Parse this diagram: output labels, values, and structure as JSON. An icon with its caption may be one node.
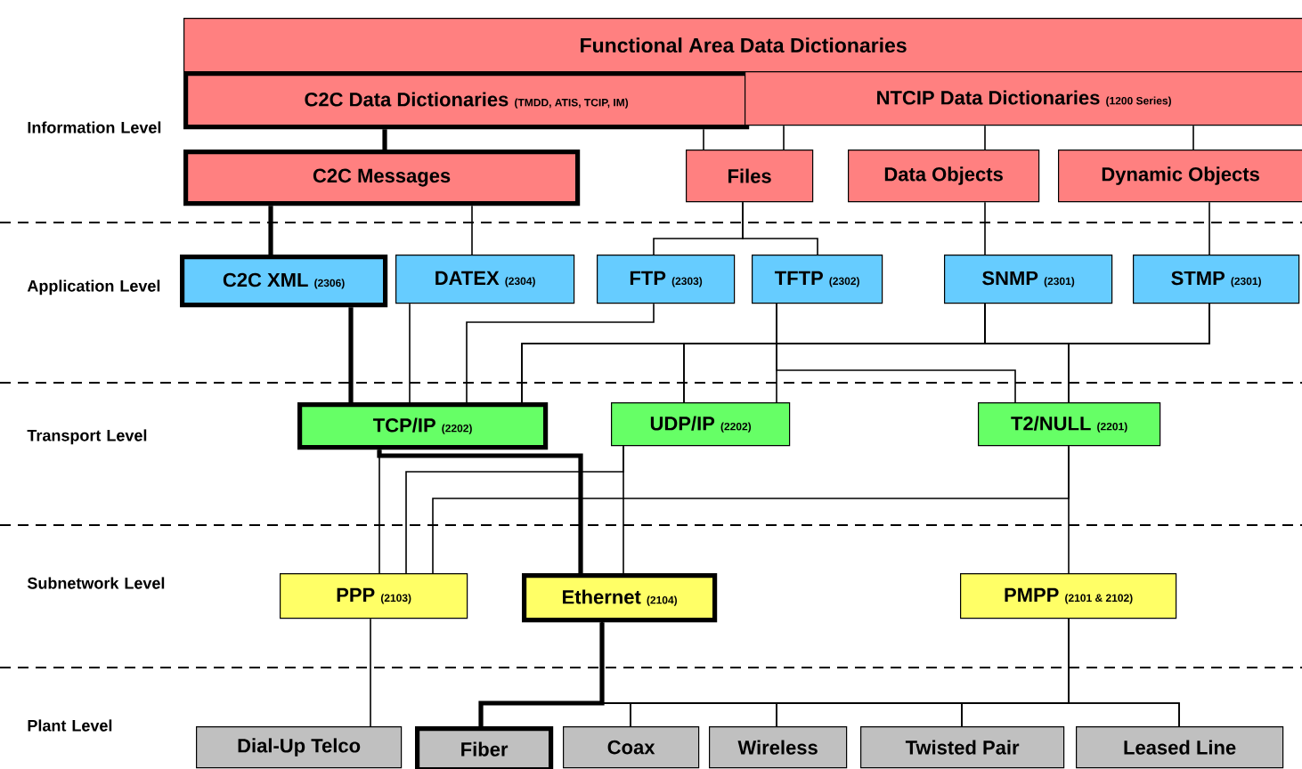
{
  "diagram": {
    "nodes": [
      {
        "text": [
          "Functional Area Data Dictionaries"
        ]
      },
      {
        "text": [
          "C2C Data Dictionaries",
          "(TMDD, ATIS, TCIP, IM)"
        ]
      },
      {
        "text": [
          "NTCIP Data Dictionaries",
          "(1200 Series)"
        ]
      },
      {
        "text": [
          "C2C Messages"
        ]
      },
      {
        "text": [
          "Files"
        ]
      },
      {
        "text": [
          "Data Objects"
        ]
      },
      {
        "text": [
          "Dynamic Objects"
        ]
      },
      {
        "text": [
          "C2C XML",
          "(2306)"
        ]
      },
      {
        "text": [
          "DATEX",
          "(2304)"
        ]
      },
      {
        "text": [
          "FTP",
          "(2303)"
        ]
      },
      {
        "text": [
          "TFTP",
          "(2302)"
        ]
      },
      {
        "text": [
          "SNMP",
          "(2301)"
        ]
      },
      {
        "text": [
          "STMP",
          "(2301)"
        ]
      },
      {
        "text": [
          "TCP/IP",
          "(2202)"
        ]
      },
      {
        "text": [
          "UDP/IP",
          "(2202)"
        ]
      },
      {
        "text": [
          "T2/NULL",
          "(2201)"
        ]
      },
      {
        "text": [
          "PPP",
          "(2103)"
        ]
      },
      {
        "text": [
          "Ethernet",
          "(2104)"
        ]
      },
      {
        "text": [
          "PMPP",
          "(2101 & 2102)"
        ]
      },
      {
        "text": [
          "Dial-Up Telco"
        ]
      },
      {
        "text": [
          "Fiber"
        ]
      },
      {
        "text": [
          "Coax"
        ]
      },
      {
        "text": [
          "Wireless"
        ]
      },
      {
        "text": [
          "Twisted Pair"
        ]
      },
      {
        "text": [
          "Leased Line"
        ]
      }
    ],
    "edges": [
      {
        "from": 1,
        "to": 3,
        "arrow": "none",
        "style": "thick"
      },
      {
        "from": 1,
        "to": 4,
        "arrow": "none"
      },
      {
        "from": 2,
        "to": 4,
        "arrow": "none"
      },
      {
        "from": 2,
        "to": 5,
        "arrow": "none"
      },
      {
        "from": 2,
        "to": 6,
        "arrow": "none"
      },
      {
        "from": 3,
        "to": 7,
        "arrow": "none",
        "style": "thick"
      },
      {
        "from": 3,
        "to": 8,
        "arrow": "none"
      },
      {
        "from": 4,
        "to": 9,
        "arrow": "none"
      },
      {
        "from": 4,
        "to": 10,
        "arrow": "none"
      },
      {
        "from": 5,
        "to": 11,
        "arrow": "none"
      },
      {
        "from": 6,
        "to": 12,
        "arrow": "none"
      },
      {
        "from": 7,
        "to": 13,
        "arrow": "none",
        "style": "thick"
      },
      {
        "from": 8,
        "to": 13,
        "arrow": "none"
      },
      {
        "from": 9,
        "to": 13,
        "arrow": "none"
      },
      {
        "from": 10,
        "to": 14,
        "arrow": "none"
      },
      {
        "from": 10,
        "to": 15,
        "arrow": "none"
      },
      {
        "from": 11,
        "to": 13,
        "arrow": "none"
      },
      {
        "from": 11,
        "to": 14,
        "arrow": "none"
      },
      {
        "from": 11,
        "to": 15,
        "arrow": "none"
      },
      {
        "from": 12,
        "to": 13,
        "arrow": "none"
      },
      {
        "from": 12,
        "to": 14,
        "arrow": "none"
      },
      {
        "from": 12,
        "to": 15,
        "arrow": "none"
      },
      {
        "from": 13,
        "to": 16,
        "arrow": "none"
      },
      {
        "from": 13,
        "to": 17,
        "arrow": "none",
        "style": "thick"
      },
      {
        "from": 14,
        "to": 16,
        "arrow": "none"
      },
      {
        "from": 14,
        "to": 17,
        "arrow": "none"
      },
      {
        "from": 15,
        "to": 16,
        "arrow": "none"
      },
      {
        "from": 15,
        "to": 18,
        "arrow": "none"
      },
      {
        "from": 16,
        "to": 19,
        "arrow": "none"
      },
      {
        "from": 17,
        "to": 20,
        "arrow": "none",
        "style": "thick"
      },
      {
        "from": 17,
        "to": 21,
        "arrow": "none"
      },
      {
        "from": 17,
        "to": 22,
        "arrow": "none"
      },
      {
        "from": 17,
        "to": 23,
        "arrow": "none"
      },
      {
        "from": 17,
        "to": 24,
        "arrow": "none"
      },
      {
        "from": 18,
        "to": 20,
        "arrow": "none"
      },
      {
        "from": 18,
        "to": 21,
        "arrow": "none"
      },
      {
        "from": 18,
        "to": 22,
        "arrow": "none"
      },
      {
        "from": 18,
        "to": 23,
        "arrow": "none"
      },
      {
        "from": 18,
        "to": 24,
        "arrow": "none"
      }
    ],
    "labels": [
      "Information Level",
      "Application Level",
      "Transport Level",
      "Subnetwork Level",
      "Plant Level"
    ]
  }
}
